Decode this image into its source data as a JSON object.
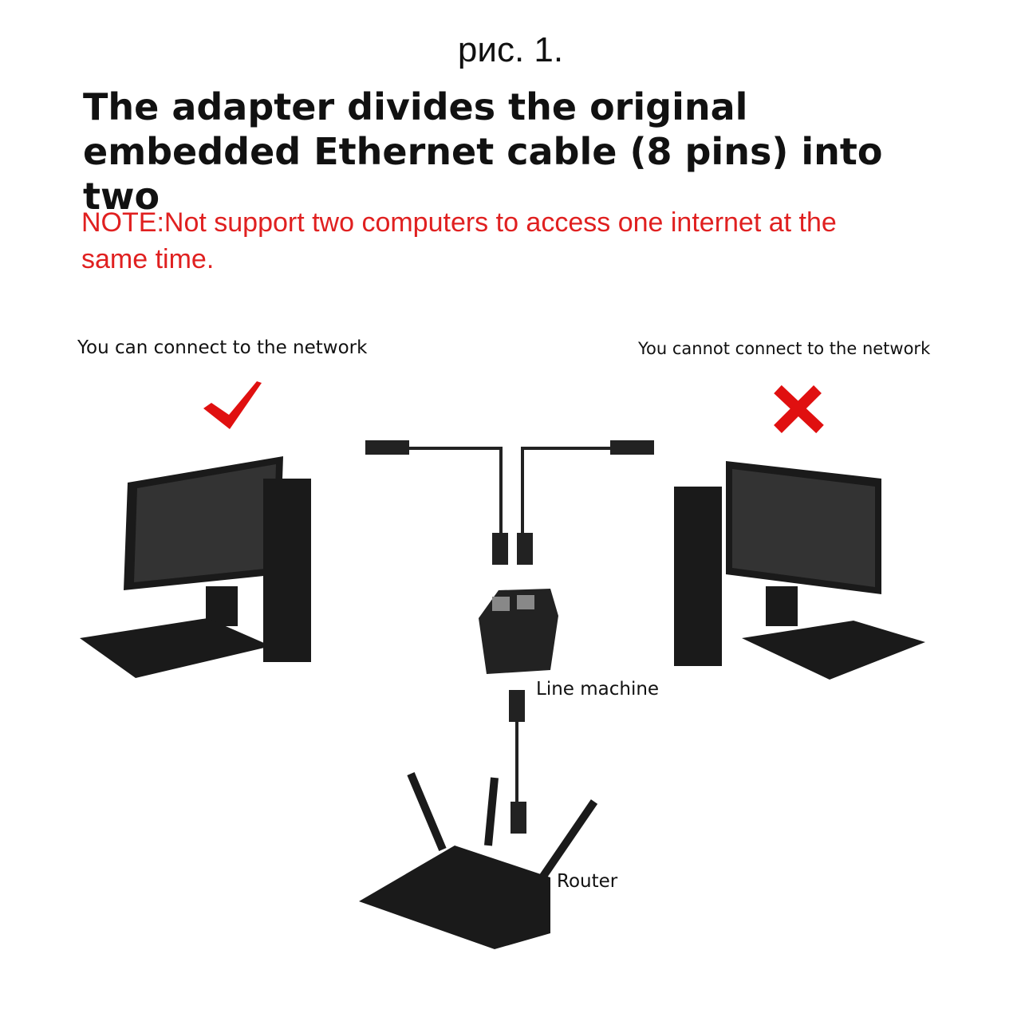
{
  "figure_label": "рис. 1.",
  "title": "The adapter divides the original embedded Ethernet cable (8 pins) into two",
  "note": "NOTE:Not support two computers to access one internet at the same time.",
  "left_label": "You can connect to the network",
  "right_label": "You cannot connect to the network",
  "line_machine": "Line machine",
  "router": "Router",
  "colors": {
    "note": "#e02020",
    "check": "#e01010"
  }
}
